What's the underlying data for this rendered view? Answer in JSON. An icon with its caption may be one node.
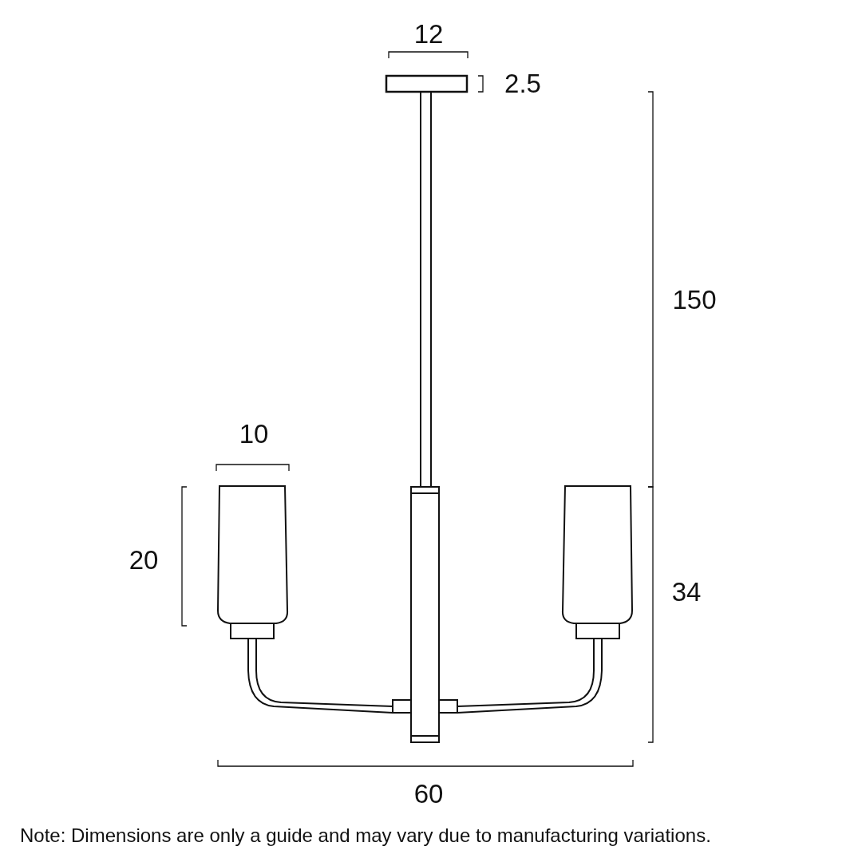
{
  "diagram": {
    "labels": [
      "12",
      "2.5",
      "150",
      "10",
      "20",
      "34",
      "60",
      "Note: Dimensions are only a guide and may vary due to manufacturing variations."
    ]
  }
}
